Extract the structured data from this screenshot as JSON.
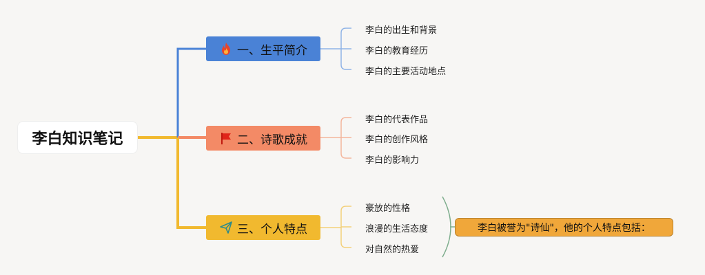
{
  "root": {
    "label": "李白知识笔记"
  },
  "branches": [
    {
      "label": "一、生平简介",
      "icon": "flame-icon",
      "color": "#4a82d6",
      "children": [
        "李白的出生和背景",
        "李白的教育经历",
        "李白的主要活动地点"
      ]
    },
    {
      "label": "二、诗歌成就",
      "icon": "red-flag-icon",
      "color": "#f38a66",
      "children": [
        "李白的代表作品",
        "李白的创作风格",
        "李白的影响力"
      ]
    },
    {
      "label": "三、个人特点",
      "icon": "paper-plane-icon",
      "color": "#f1b92f",
      "children": [
        "豪放的性格",
        "浪漫的生活态度",
        "对自然的热爱"
      ]
    }
  ],
  "summary": {
    "label": "李白被誉为\"诗仙\"，他的个人特点包括：",
    "color": "#f0a73a"
  },
  "colors": {
    "trunk": "#f1b92f",
    "blue_line": "#4a82d6",
    "orange_line": "#f38a66",
    "summary_bracket": "#7fae8e"
  }
}
